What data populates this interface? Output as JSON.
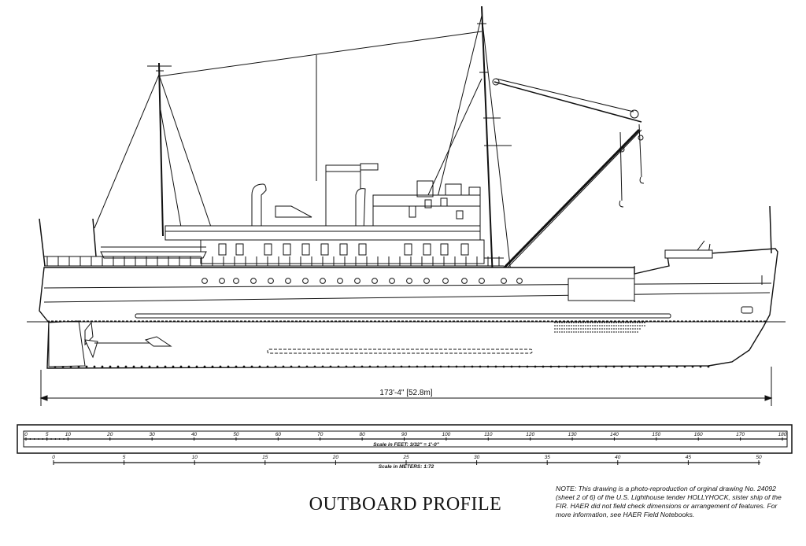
{
  "drawing": {
    "title": "OUTBOARD PROFILE",
    "overall_length": "173'-4\" [52.8m]",
    "note": "NOTE: This drawing is a photo-reproduction of orginal drawing No. 24092 (sheet 2 of 6) of the U.S. Lighthouse tender HOLLYHOCK, sister ship of the FIR. HAER did not field check dimensions or arrangement of features. For more information, see HAER Field Notebooks."
  },
  "scales": {
    "feet": {
      "caption": "Scale in FEET: 3/32\" = 1'-0\"",
      "ticks": [
        "0",
        "5",
        "10",
        "20",
        "30",
        "40",
        "50",
        "60",
        "70",
        "80",
        "90",
        "100",
        "110",
        "120",
        "130",
        "140",
        "150",
        "160",
        "170",
        "180"
      ]
    },
    "meters": {
      "caption": "Scale in METERS: 1:72",
      "ticks": [
        "0",
        "5",
        "10",
        "15",
        "20",
        "25",
        "30",
        "35",
        "40",
        "45",
        "50"
      ]
    }
  },
  "colors": {
    "ink": "#111111",
    "paper": "#ffffff"
  }
}
